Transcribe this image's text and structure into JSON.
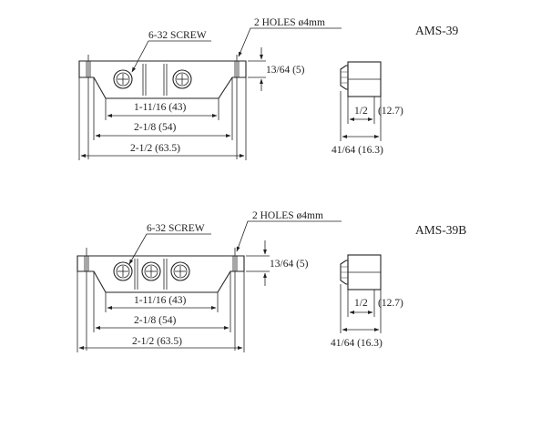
{
  "drawings": [
    {
      "model": "AMS-39",
      "screw_label": "6-32 SCREW",
      "holes_label": "2 HOLES ø4mm",
      "height_dim": "13/64 (5)",
      "dims": [
        "1-11/16 (43)",
        "2-1/8 (54)",
        "2-1/2 (63.5)"
      ],
      "side_width": "1/2",
      "side_width_mm": "(12.7)",
      "side_depth": "41/64 (16.3)",
      "screw_count": 2
    },
    {
      "model": "AMS-39B",
      "screw_label": "6-32 SCREW",
      "holes_label": "2 HOLES ø4mm",
      "height_dim": "13/64 (5)",
      "dims": [
        "1-11/16 (43)",
        "2-1/8 (54)",
        "2-1/2 (63.5)"
      ],
      "side_width": "1/2",
      "side_width_mm": "(12.7)",
      "side_depth": "41/64 (16.3)",
      "screw_count": 3
    }
  ]
}
